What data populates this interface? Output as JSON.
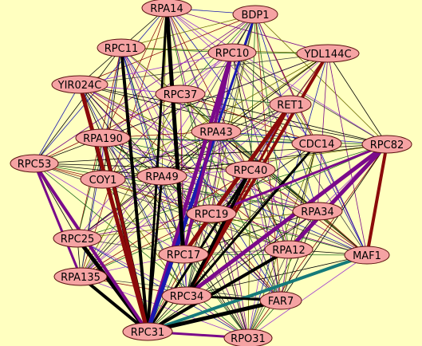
{
  "diagram": {
    "background": "#ffffc0",
    "node_fill": "#f5a3a3",
    "node_stroke": "#5a1010",
    "edge_colors": {
      "black": "#000000",
      "purple": "#7a0a8a",
      "darkred": "#8b0a0a",
      "blue": "#1a1ab0",
      "olive": "#6b6b00",
      "teal": "#157a7a",
      "green": "#1f6b1f",
      "violet": "#a040d0",
      "grey": "#444444"
    },
    "nodes": [
      {
        "id": "RPA14",
        "label": "RPA14"
      },
      {
        "id": "BDP1",
        "label": "BDP1"
      },
      {
        "id": "RPC11",
        "label": "RPC11"
      },
      {
        "id": "RPC10",
        "label": "RPC10"
      },
      {
        "id": "YDL144C",
        "label": "YDL144C"
      },
      {
        "id": "YIR024C",
        "label": "YIR024C"
      },
      {
        "id": "RPC37",
        "label": "RPC37"
      },
      {
        "id": "RET1",
        "label": "RET1"
      },
      {
        "id": "RPA43",
        "label": "RPA43"
      },
      {
        "id": "RPA190",
        "label": "RPA190"
      },
      {
        "id": "CDC14",
        "label": "CDC14"
      },
      {
        "id": "RPC82",
        "label": "RPC82"
      },
      {
        "id": "RPC53",
        "label": "RPC53"
      },
      {
        "id": "COY1",
        "label": "COY1"
      },
      {
        "id": "RPA49",
        "label": "RPA49"
      },
      {
        "id": "RPC40",
        "label": "RPC40"
      },
      {
        "id": "RPC19",
        "label": "RPC19"
      },
      {
        "id": "RPA34",
        "label": "RPA34"
      },
      {
        "id": "RPC25",
        "label": "RPC25"
      },
      {
        "id": "RPA12",
        "label": "RPA12"
      },
      {
        "id": "MAF1",
        "label": "MAF1"
      },
      {
        "id": "RPC17",
        "label": "RPC17"
      },
      {
        "id": "RPA135",
        "label": "RPA135"
      },
      {
        "id": "RPC34",
        "label": "RPC34"
      },
      {
        "id": "FAR7",
        "label": "FAR7"
      },
      {
        "id": "RPC31",
        "label": "RPC31"
      },
      {
        "id": "RPO31",
        "label": "RPO31"
      }
    ],
    "thick_edges": [
      {
        "source": "RPC31",
        "target": "RPA14",
        "color": "black"
      },
      {
        "source": "RPC31",
        "target": "RPC11",
        "color": "black"
      },
      {
        "source": "RPC31",
        "target": "RPA190",
        "color": "black"
      },
      {
        "source": "RPC31",
        "target": "RPA49",
        "color": "black"
      },
      {
        "source": "RPC31",
        "target": "RPA135",
        "color": "black"
      },
      {
        "source": "RPC31",
        "target": "RPC25",
        "color": "black"
      },
      {
        "source": "RPC31",
        "target": "RPC40",
        "color": "black"
      },
      {
        "source": "RPC31",
        "target": "RPA12",
        "color": "black"
      },
      {
        "source": "RPC31",
        "target": "RPC10",
        "color": "purple"
      },
      {
        "source": "RPC31",
        "target": "RPO31",
        "color": "purple"
      },
      {
        "source": "RPC31",
        "target": "RPC53",
        "color": "purple"
      },
      {
        "source": "RPC31",
        "target": "RPA43",
        "color": "blue"
      },
      {
        "source": "RPC31",
        "target": "BDP1",
        "color": "blue"
      },
      {
        "source": "RPC31",
        "target": "MAF1",
        "color": "teal"
      },
      {
        "source": "RPC31",
        "target": "FAR7",
        "color": "black"
      },
      {
        "source": "RPC34",
        "target": "RET1",
        "color": "darkred"
      },
      {
        "source": "RPC34",
        "target": "YDL144C",
        "color": "darkred"
      },
      {
        "source": "RPC34",
        "target": "RPC82",
        "color": "purple"
      },
      {
        "source": "RPC34",
        "target": "CDC14",
        "color": "black"
      },
      {
        "source": "RPC17",
        "target": "RPC10",
        "color": "purple"
      },
      {
        "source": "RPC17",
        "target": "RET1",
        "color": "darkred"
      },
      {
        "source": "RPC19",
        "target": "RPC82",
        "color": "purple"
      },
      {
        "source": "RPA190",
        "target": "RPC31",
        "color": "darkred"
      },
      {
        "source": "YIR024C",
        "target": "RPC31",
        "color": "darkred"
      },
      {
        "source": "RPC53",
        "target": "RPA135",
        "color": "purple"
      },
      {
        "source": "RPC40",
        "target": "RPC34",
        "color": "black"
      },
      {
        "source": "RPA12",
        "target": "RPC82",
        "color": "purple"
      },
      {
        "source": "RPC34",
        "target": "FAR7",
        "color": "black"
      },
      {
        "source": "RPC82",
        "target": "MAF1",
        "color": "darkred"
      },
      {
        "source": "RPA14",
        "target": "RPC17",
        "color": "black"
      }
    ]
  }
}
